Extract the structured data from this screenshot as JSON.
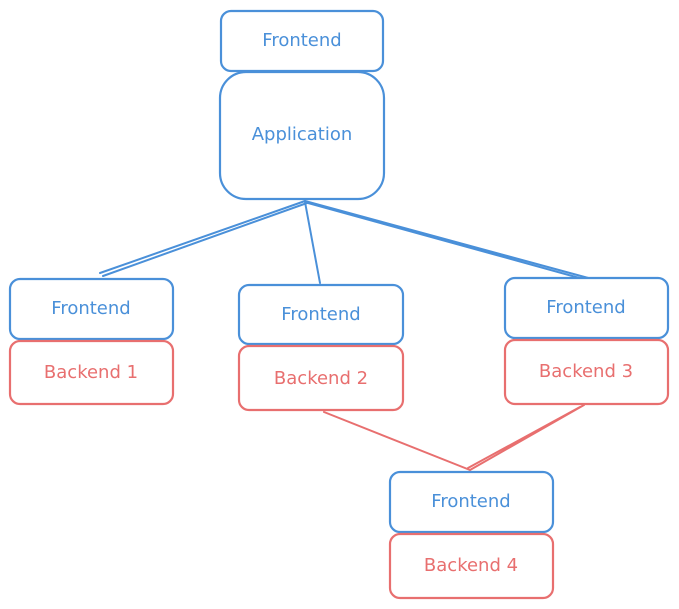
{
  "colors": {
    "blue": "#4a90d9",
    "red": "#e86f6f"
  },
  "top": {
    "frontend_label": "Frontend",
    "application_label": "Application"
  },
  "node1": {
    "frontend_label": "Frontend",
    "backend_label": "Backend 1"
  },
  "node2": {
    "frontend_label": "Frontend",
    "backend_label": "Backend 2"
  },
  "node3": {
    "frontend_label": "Frontend",
    "backend_label": "Backend 3"
  },
  "node4": {
    "frontend_label": "Frontend",
    "backend_label": "Backend 4"
  }
}
